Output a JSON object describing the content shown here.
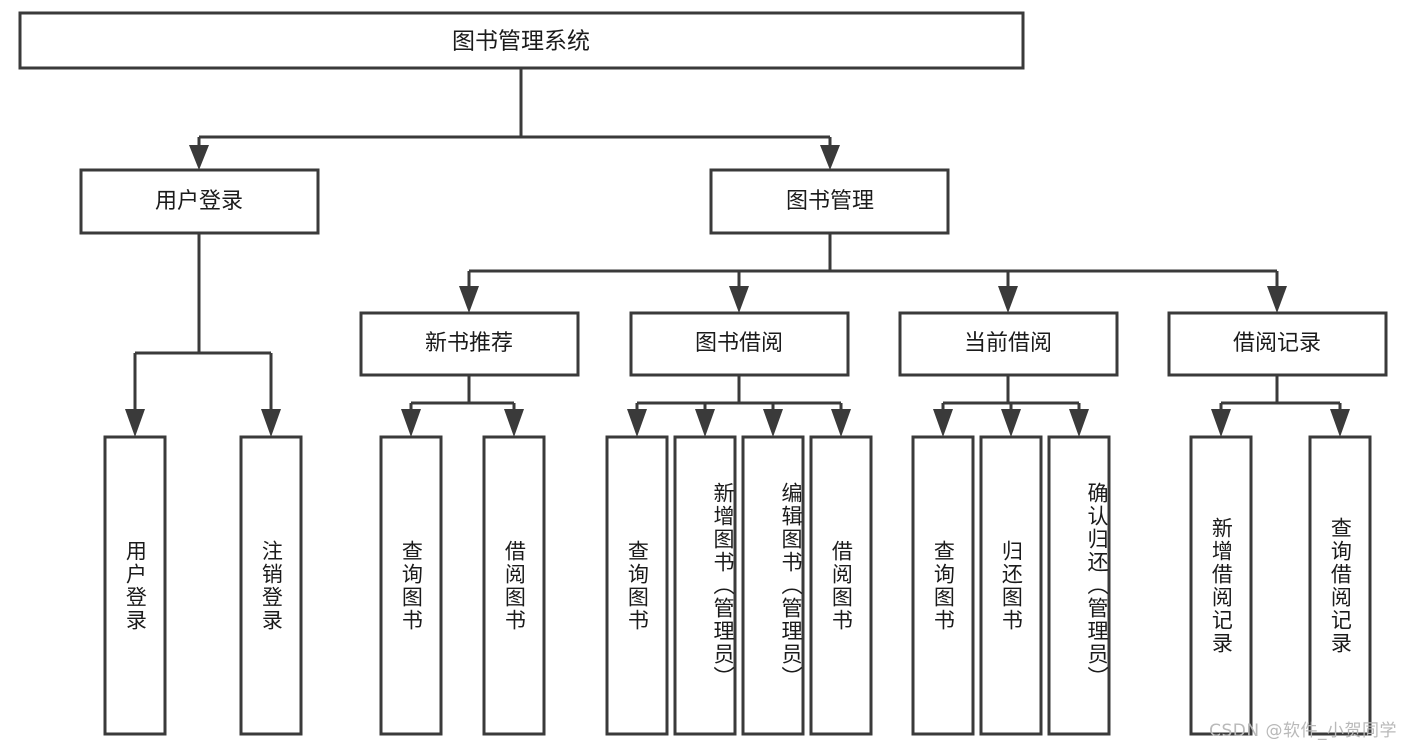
{
  "diagram": {
    "type": "tree",
    "title": "图书管理系统",
    "watermark": "CSDN @软件_小贺同学",
    "colors": {
      "stroke": "#3a3a3a",
      "box_fill": "#ffffff",
      "text": "#1b1b1b",
      "background": "#ffffff",
      "watermark": "#b9b9b9"
    },
    "levels": {
      "root": {
        "label": "图书管理系统"
      },
      "level2": [
        {
          "label": "用户登录"
        },
        {
          "label": "图书管理"
        }
      ],
      "level3": [
        {
          "label": "新书推荐"
        },
        {
          "label": "图书借阅"
        },
        {
          "label": "当前借阅"
        },
        {
          "label": "借阅记录"
        }
      ]
    },
    "groups": [
      {
        "parent": "用户登录",
        "leaves": [
          {
            "label": "用户登录"
          },
          {
            "label": "注销登录"
          }
        ]
      },
      {
        "parent": "新书推荐",
        "leaves": [
          {
            "label": "查询图书"
          },
          {
            "label": "借阅图书"
          }
        ]
      },
      {
        "parent": "图书借阅",
        "leaves": [
          {
            "label": "查询图书"
          },
          {
            "label": "新增图书（管理员）"
          },
          {
            "label": "编辑图书（管理员）"
          },
          {
            "label": "借阅图书"
          }
        ]
      },
      {
        "parent": "当前借阅",
        "leaves": [
          {
            "label": "查询图书"
          },
          {
            "label": "归还图书"
          },
          {
            "label": "确认归还（管理员）"
          }
        ]
      },
      {
        "parent": "借阅记录",
        "leaves": [
          {
            "label": "新增借阅记录"
          },
          {
            "label": "查询借阅记录"
          }
        ]
      }
    ],
    "leaf_labels": [
      "用户登录",
      "注销登录",
      "查询图书",
      "借阅图书",
      "查询图书",
      "新增图书（管理员）",
      "编辑图书（管理员）",
      "借阅图书",
      "查询图书",
      "归还图书",
      "确认归还（管理员）",
      "新增借阅记录",
      "查询借阅记录"
    ]
  }
}
